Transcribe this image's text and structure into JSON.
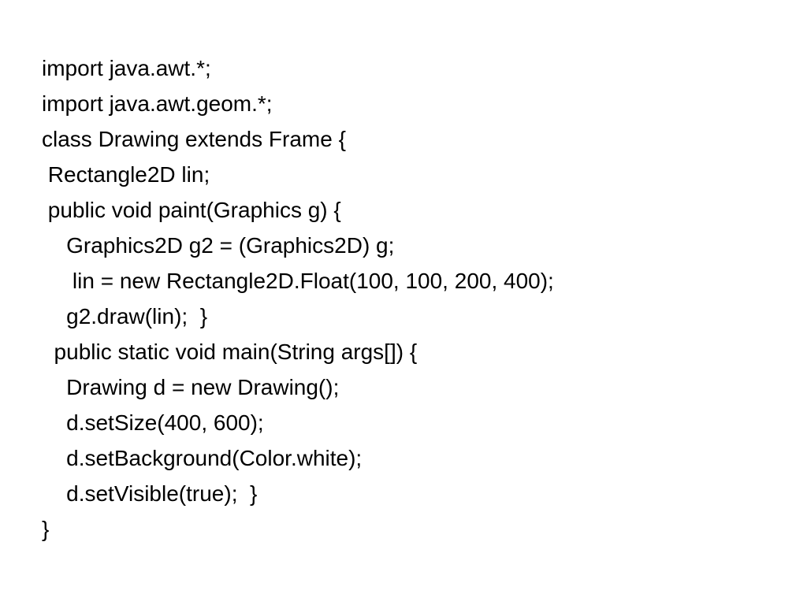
{
  "code_lines": [
    "import java.awt.*;",
    "import java.awt.geom.*;",
    "class Drawing extends Frame {",
    " Rectangle2D lin;",
    " public void paint(Graphics g) {",
    "    Graphics2D g2 = (Graphics2D) g;",
    "     lin = new Rectangle2D.Float(100, 100, 200, 400);",
    "    g2.draw(lin);  }",
    "  public static void main(String args[]) {",
    "    Drawing d = new Drawing();",
    "    d.setSize(400, 600);",
    "    d.setBackground(Color.white);",
    "    d.setVisible(true);  }",
    "}"
  ]
}
